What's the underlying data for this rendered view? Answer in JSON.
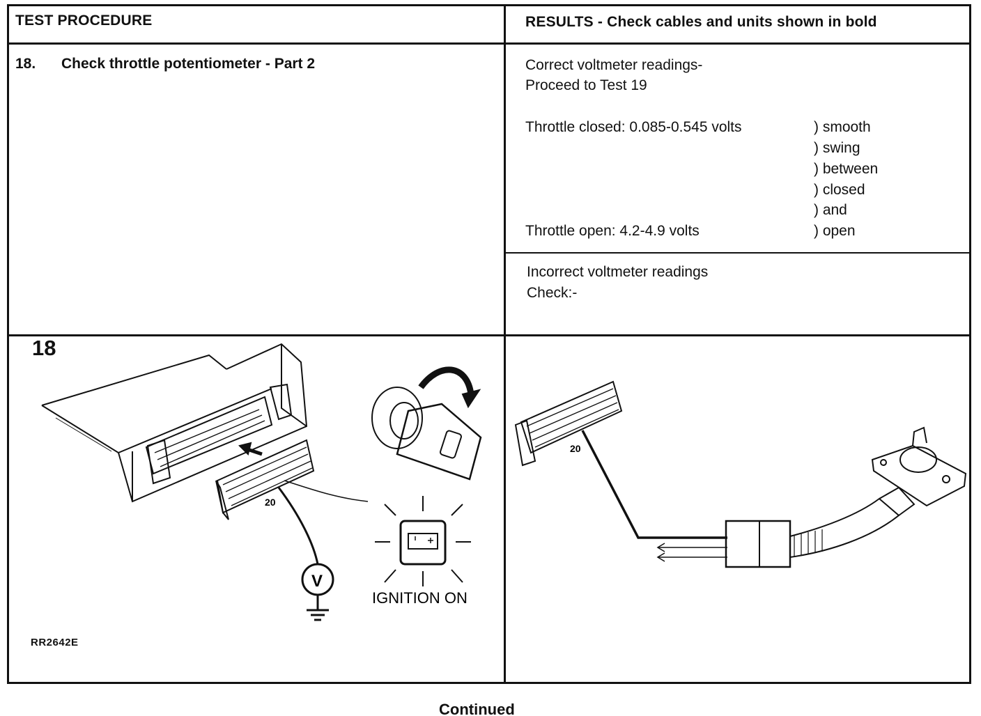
{
  "header": {
    "left": "TEST PROCEDURE",
    "right": "RESULTS - Check cables and units shown in bold"
  },
  "procedure": {
    "number": "18.",
    "title": "Check throttle potentiometer - Part 2"
  },
  "results": {
    "correct": {
      "line1": "Correct voltmeter readings-",
      "line2": "Proceed to Test 19",
      "closed_label": "Throttle closed: 0.085-0.545 volts",
      "open_label": "Throttle open: 4.2-4.9 volts",
      "bracket": [
        ") smooth",
        ") swing",
        ") between",
        ") closed",
        ") and",
        ") open"
      ]
    },
    "incorrect": {
      "line1": "Incorrect voltmeter readings",
      "line2": "Check:-"
    }
  },
  "figure": {
    "number": "18",
    "code": "RR2642E",
    "pin_left": "20",
    "pin_right": "20",
    "voltmeter": "V",
    "ignition_label": "IGNITION  ON"
  },
  "footer": {
    "continued": "Continued"
  }
}
